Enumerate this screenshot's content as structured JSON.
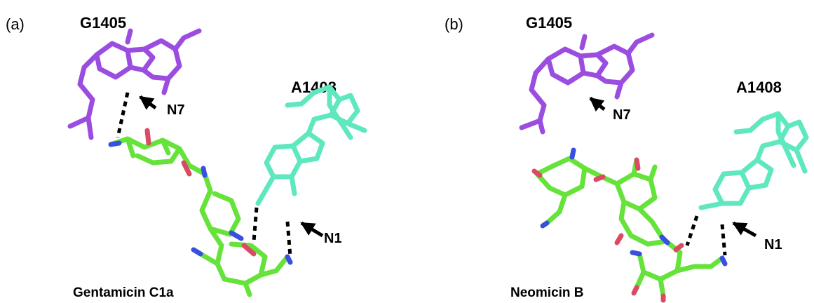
{
  "colors": {
    "g1405": "#9b4de0",
    "a1408": "#5fe8bf",
    "ligand": "#66e33b",
    "oxygen": "#d94a63",
    "nitrogen": "#3a4fe0",
    "hbond": "#000000"
  },
  "panels": [
    {
      "letter": "(a)",
      "residue_top": "G1405",
      "residue_right": "A1408",
      "atom_top": "N7",
      "atom_bottom": "N1",
      "ligand_name": "Gentamicin C1a"
    },
    {
      "letter": "(b)",
      "residue_top": "G1405",
      "residue_right": "A1408",
      "atom_top": "N7",
      "atom_bottom": "N1",
      "ligand_name": "Neomicin B"
    }
  ]
}
